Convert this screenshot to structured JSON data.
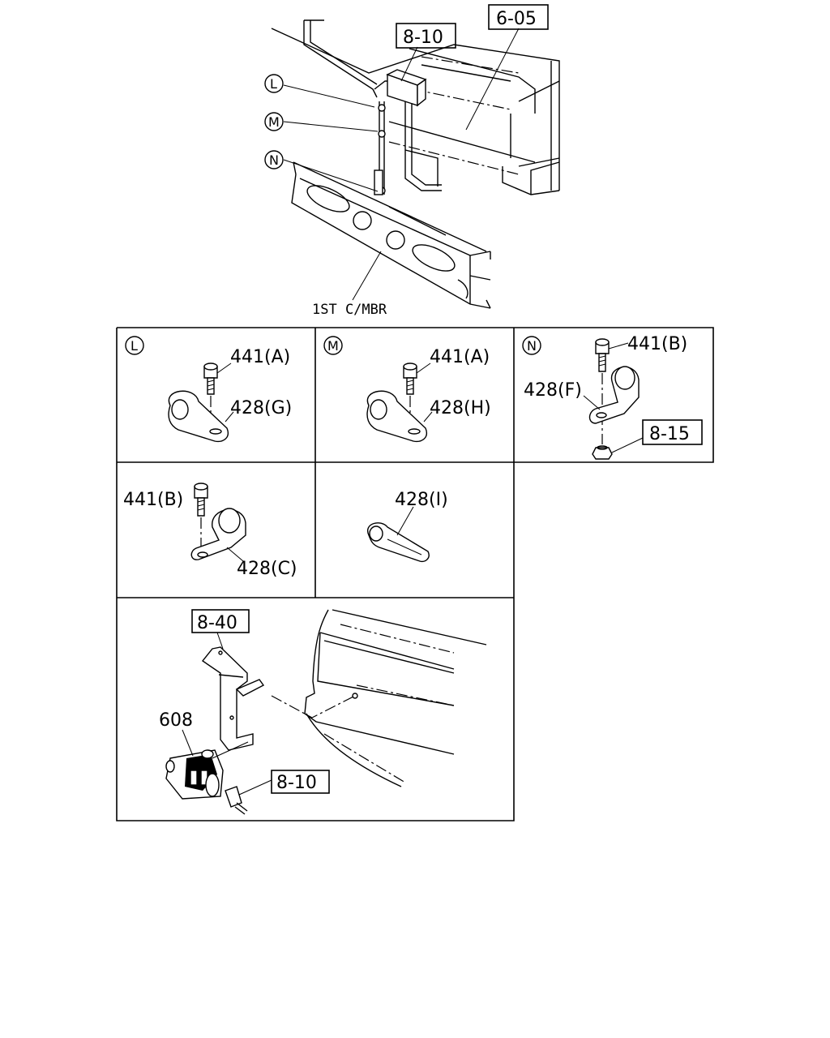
{
  "top": {
    "callout_6_05": "6-05",
    "callout_8_10": "8-10",
    "circle_L": "L",
    "circle_M": "M",
    "circle_N": "N",
    "crossmember_label": "1ST C/MBR"
  },
  "panels": {
    "L": {
      "letter": "L",
      "bolt": "441(A)",
      "clip": "428(G)"
    },
    "M": {
      "letter": "M",
      "bolt": "441(A)",
      "clip": "428(H)"
    },
    "N": {
      "letter": "N",
      "bolt": "441(B)",
      "clip": "428(F)",
      "nut_ref": "8-15"
    },
    "C": {
      "bolt": "441(B)",
      "clip": "428(C)"
    },
    "I": {
      "clip": "428(I)"
    },
    "sensor": {
      "bracket_ref": "8-40",
      "part": "608",
      "connector_ref": "8-10"
    }
  }
}
